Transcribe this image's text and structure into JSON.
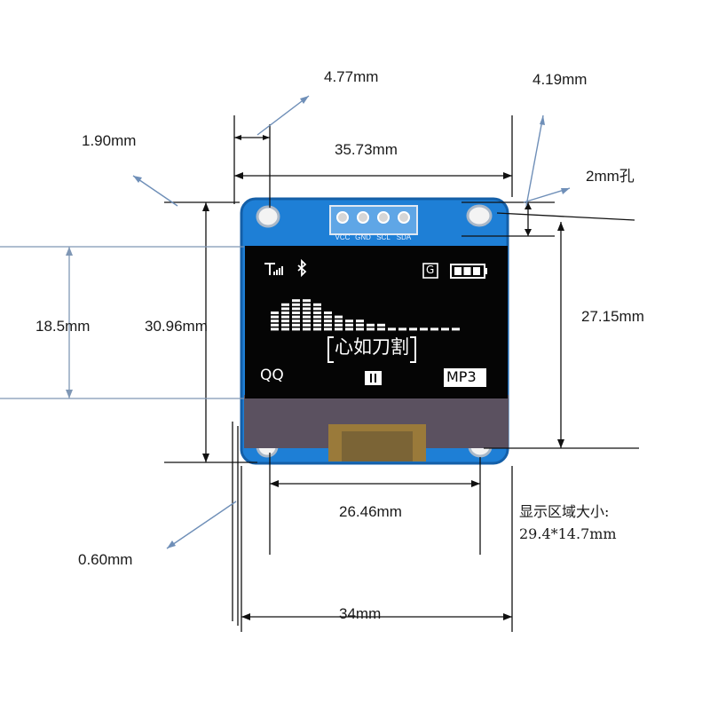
{
  "dimensions": {
    "hole_offset": "1.90mm",
    "hole_spacing": "4.77mm",
    "hole_right": "4.19mm",
    "overall_hole_span": "35.73mm",
    "hole_diameter": "2mm孔",
    "display_height": "18.5mm",
    "board_height": "30.96mm",
    "vertical_hole_span": "27.15mm",
    "bottom_hole_span": "26.46mm",
    "pcb_thickness": "0.60mm",
    "board_width": "34mm"
  },
  "display_area_note": {
    "label": "显示区域大小:",
    "value": "29.4*14.7mm"
  },
  "header_pins": [
    "VCC",
    "GND",
    "SCL",
    "SDA"
  ],
  "screen": {
    "song_title": "心如刀割",
    "left_label": "QQ",
    "right_badge": "MP3",
    "g_icon": "G",
    "equalizer_levels": [
      0.55,
      0.75,
      0.85,
      0.8,
      0.7,
      0.55,
      0.45,
      0.35,
      0.3,
      0.25,
      0.2,
      0.15,
      0.12,
      0.1,
      0.1,
      0.08,
      0.08,
      0.08
    ],
    "battery_bars": 3
  },
  "colors": {
    "pcb": "#1e7fd6",
    "pcb_edge": "#145fa8",
    "screen": "#050505",
    "dim_line": "#111111",
    "leader_line": "#6f8fb8"
  }
}
